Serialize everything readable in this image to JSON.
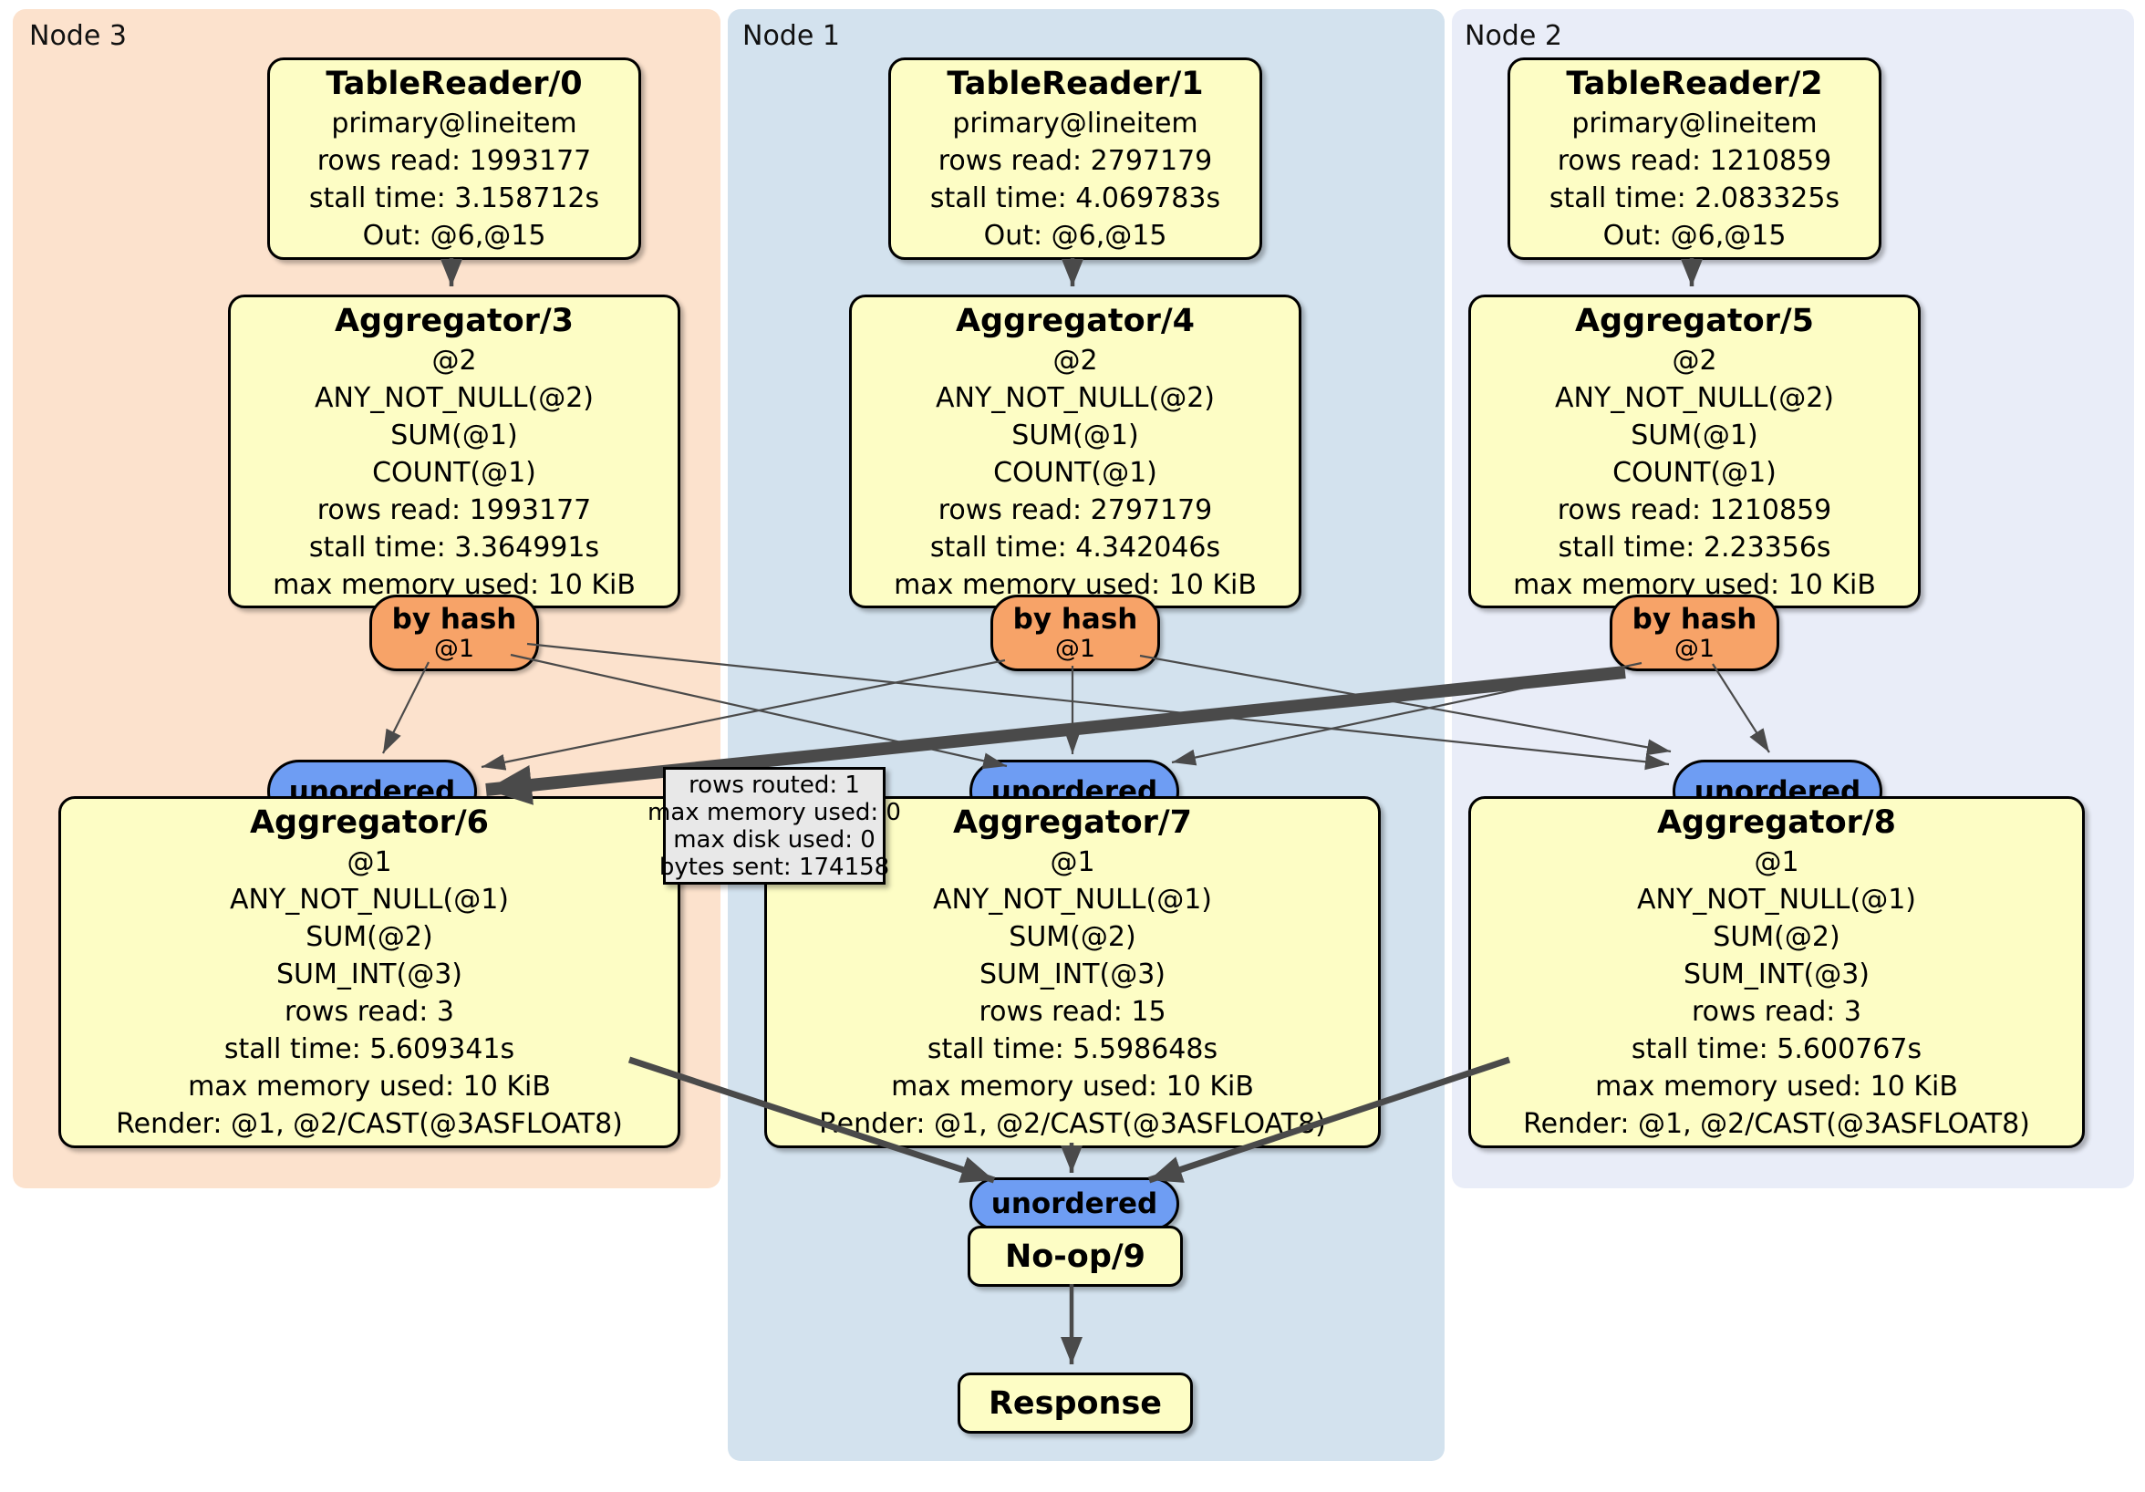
{
  "panels": [
    {
      "label": "Node 3"
    },
    {
      "label": "Node 1"
    },
    {
      "label": "Node 2"
    }
  ],
  "boxes": {
    "tr0": {
      "title": "TableReader/0",
      "lines": [
        "primary@lineitem",
        "rows read: 1993177",
        "stall time: 3.158712s",
        "Out: @6,@15"
      ]
    },
    "tr1": {
      "title": "TableReader/1",
      "lines": [
        "primary@lineitem",
        "rows read: 2797179",
        "stall time: 4.069783s",
        "Out: @6,@15"
      ]
    },
    "tr2": {
      "title": "TableReader/2",
      "lines": [
        "primary@lineitem",
        "rows read: 1210859",
        "stall time: 2.083325s",
        "Out: @6,@15"
      ]
    },
    "agg3": {
      "title": "Aggregator/3",
      "lines": [
        "@2",
        "ANY_NOT_NULL(@2)",
        "SUM(@1)",
        "COUNT(@1)",
        "rows read: 1993177",
        "stall time: 3.364991s",
        "max memory used: 10 KiB"
      ]
    },
    "agg4": {
      "title": "Aggregator/4",
      "lines": [
        "@2",
        "ANY_NOT_NULL(@2)",
        "SUM(@1)",
        "COUNT(@1)",
        "rows read: 2797179",
        "stall time: 4.342046s",
        "max memory used: 10 KiB"
      ]
    },
    "agg5": {
      "title": "Aggregator/5",
      "lines": [
        "@2",
        "ANY_NOT_NULL(@2)",
        "SUM(@1)",
        "COUNT(@1)",
        "rows read: 1210859",
        "stall time: 2.23356s",
        "max memory used: 10 KiB"
      ]
    },
    "agg6": {
      "title": "Aggregator/6",
      "lines": [
        "@1",
        "ANY_NOT_NULL(@1)",
        "SUM(@2)",
        "SUM_INT(@3)",
        "rows read: 3",
        "stall time: 5.609341s",
        "max memory used: 10 KiB",
        "Render: @1, @2/CAST(@3ASFLOAT8)"
      ]
    },
    "agg7": {
      "title": "Aggregator/7",
      "lines": [
        "@1",
        "ANY_NOT_NULL(@1)",
        "SUM(@2)",
        "SUM_INT(@3)",
        "rows read: 15",
        "stall time: 5.598648s",
        "max memory used: 10 KiB",
        "Render: @1, @2/CAST(@3ASFLOAT8)"
      ]
    },
    "agg8": {
      "title": "Aggregator/8",
      "lines": [
        "@1",
        "ANY_NOT_NULL(@1)",
        "SUM(@2)",
        "SUM_INT(@3)",
        "rows read: 3",
        "stall time: 5.600767s",
        "max memory used: 10 KiB",
        "Render: @1, @2/CAST(@3ASFLOAT8)"
      ]
    },
    "noop": {
      "title": "No-op/9"
    },
    "response": {
      "title": "Response"
    }
  },
  "router": {
    "label": "by hash",
    "sub": "@1"
  },
  "sync": {
    "label": "unordered"
  },
  "tooltip": {
    "lines": [
      "rows routed: 1",
      "max memory used: 0",
      "max disk used: 0",
      "bytes sent: 174158"
    ]
  },
  "colors": {
    "panel_node3": "#fce2cd",
    "panel_node1": "#d3e2ee",
    "panel_node2": "#e9edf8",
    "node_fill": "#fdfdc5",
    "router_fill": "#f7a368",
    "sync_fill": "#6e9df3",
    "tooltip_fill": "#e8e8e8",
    "edge": "#4a4a4a"
  }
}
